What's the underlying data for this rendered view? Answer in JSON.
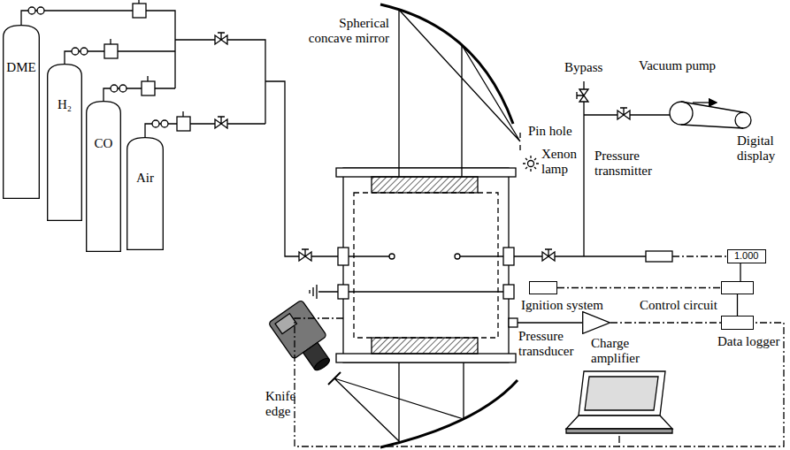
{
  "diagram": {
    "nodes": [
      {
        "text": [
          "DME"
        ]
      },
      {
        "text": [
          "H₂"
        ]
      },
      {
        "text": [
          "CO"
        ]
      },
      {
        "text": [
          "Air"
        ]
      },
      {
        "text": [
          "Digital display",
          "1.000"
        ]
      },
      {
        "text": [
          "Ignition system"
        ]
      },
      {
        "text": [
          "Control circuit"
        ]
      },
      {
        "text": [
          "Data logger"
        ]
      },
      {
        "text": [
          "Charge amplifier"
        ]
      }
    ],
    "edges": [
      {
        "from": 4,
        "to": 6,
        "arrow": "none"
      },
      {
        "from": 6,
        "to": 7,
        "arrow": "none"
      },
      {
        "from": 5,
        "to": 6,
        "arrow": "none"
      },
      {
        "from": 8,
        "to": 7,
        "arrow": "none"
      }
    ],
    "labels": [
      "Spherical concave mirror",
      "Pin hole",
      "Xenon lamp",
      "Bypass",
      "Vacuum pump",
      "Pressure transmitter",
      "Pressure transducer",
      "Knife edge"
    ]
  }
}
